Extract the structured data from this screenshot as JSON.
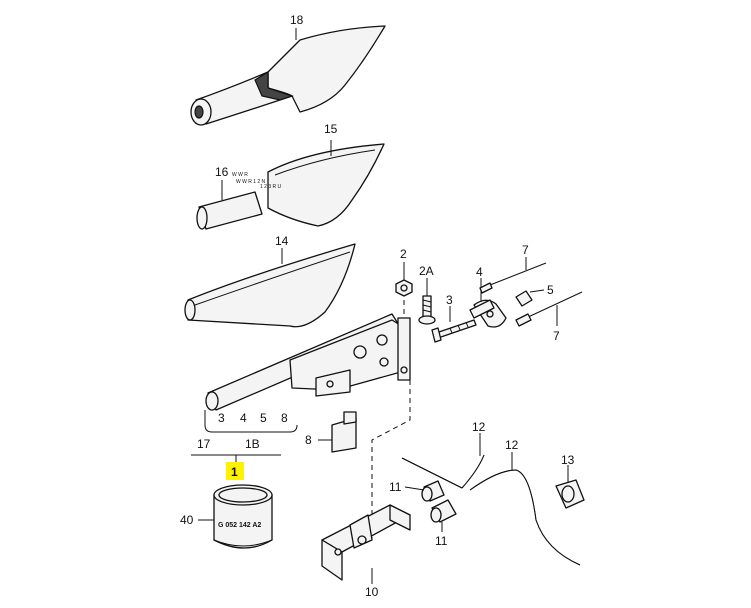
{
  "callouts": {
    "c18": "18",
    "c15": "15",
    "c16": "16",
    "c14": "14",
    "c2": "2",
    "c2a": "2A",
    "c4": "4",
    "c3": "3",
    "c7a": "7",
    "c5": "5",
    "c7b": "7",
    "c3b": "3",
    "c4b": "4",
    "c5b": "5",
    "c8a": "8",
    "c8b": "8",
    "c17": "17",
    "c1b": "1B",
    "c1": "1",
    "c12a": "12",
    "c12b": "12",
    "c13": "13",
    "c11a": "11",
    "c11b": "11",
    "c40": "40",
    "c10": "10"
  },
  "ring_marking": "G 052 142 A2",
  "highlight_color": "#fff200"
}
